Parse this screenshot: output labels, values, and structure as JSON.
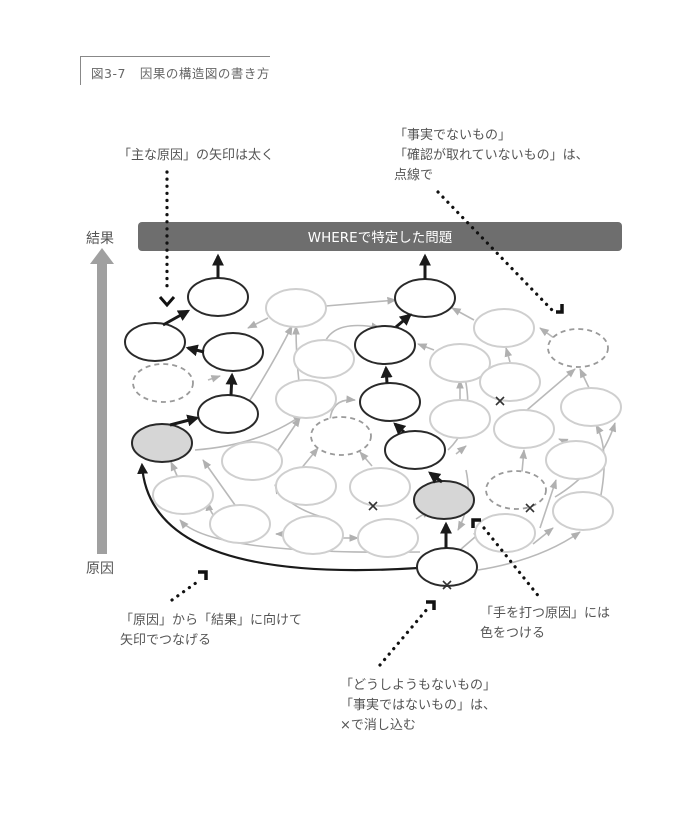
{
  "figure": {
    "number": "図3-7",
    "title": "因果の構造図の書き方"
  },
  "problem_bar": {
    "label": "WHEREで特定した問題",
    "color": "#6e6e6e"
  },
  "axis": {
    "top_label": "結果",
    "bottom_label": "原因",
    "arrow_color": "#a0a0a0"
  },
  "annotations": {
    "main_cause": "「主な原因」の矢印は太く",
    "unverified": {
      "line1": "「事実でないもの」",
      "line2": "「確認が取れていないもの」は、",
      "line3": "点線で"
    },
    "connect": {
      "line1": "「原因」から「結果」に向けて",
      "line2": "矢印でつなげる"
    },
    "actionable": {
      "line1": "「手を打つ原因」には",
      "line2": "色をつける"
    },
    "eliminate": {
      "line1": "「どうしようもないもの」",
      "line2": "「事実ではないもの」は、",
      "line3": "×で消し込む"
    }
  },
  "legend_colors": {
    "key_cause_fill": "#d6d6d6",
    "main_path": "#1a1a1a",
    "other_nodes": "#cfcfcf"
  }
}
